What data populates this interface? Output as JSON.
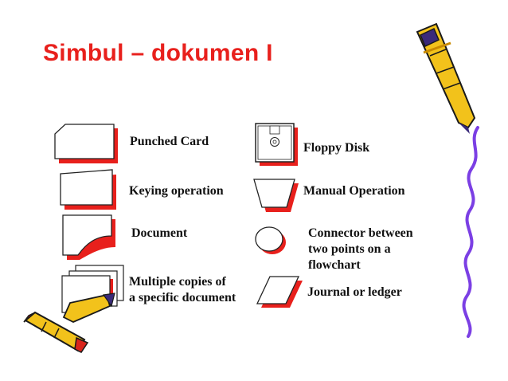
{
  "slide": {
    "title": "Simbul – dokumen I"
  },
  "symbols": [
    {
      "id": "punched-card",
      "label": "Punched Card",
      "icon": "punched-card-icon"
    },
    {
      "id": "keying-operation",
      "label": "Keying operation",
      "icon": "keying-operation-icon"
    },
    {
      "id": "document",
      "label": "Document",
      "icon": "document-icon"
    },
    {
      "id": "multiple-copies",
      "label_line1": "Multiple copies of",
      "label_line2": "a specific document",
      "icon": "multiple-documents-icon"
    },
    {
      "id": "floppy-disk",
      "label": "Floppy Disk",
      "icon": "floppy-disk-icon"
    },
    {
      "id": "manual-operation",
      "label": "Manual Operation",
      "icon": "manual-operation-icon"
    },
    {
      "id": "connector",
      "label_line1": "Connector between",
      "label_line2": "two points on a",
      "label_line3": "flowchart",
      "icon": "connector-icon"
    },
    {
      "id": "journal-ledger",
      "label": "Journal or ledger",
      "icon": "journal-ledger-icon"
    }
  ],
  "colors": {
    "title": "#e8201c",
    "shadow": "#e8201c",
    "wavy_line": "#7b3fe4",
    "crayon_body": "#f2c21b",
    "crayon_tip": "#3a2a7a",
    "crayon_tip_red": "#d9251d"
  }
}
